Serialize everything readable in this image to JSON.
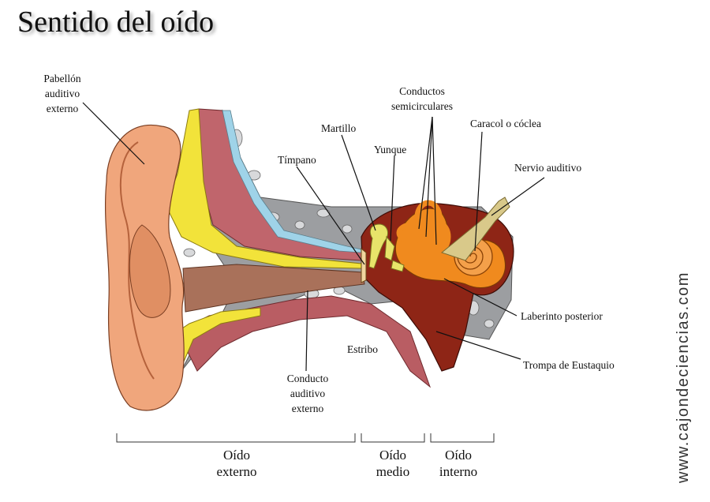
{
  "title": "Sentido del oído",
  "labels": {
    "pabellon": "Pabellón\nauditivo\nexterno",
    "martillo": "Martillo",
    "conductos": "Conductos\nsemicirculares",
    "caracol": "Caracol o cóclea",
    "timpano": "Tímpano",
    "yunque": "Yunque",
    "nervio": "Nervio auditivo",
    "laberinto": "Laberinto posterior",
    "estribo": "Estribo",
    "trompa": "Trompa de Eustaquio",
    "conducto": "Conducto\nauditivo\nexterno"
  },
  "sections": {
    "externo": "Oído\nexterno",
    "medio": "Oído\nmedio",
    "interno": "Oído\ninterno"
  },
  "watermark": "www.cajondeciencias.com",
  "colors": {
    "skin": "#f0a67c",
    "fat": "#f2e33a",
    "bone": "#9c9ea1",
    "muscle": "#c0656c",
    "canal": "#a9715a",
    "middle_ear": "#8e2516",
    "inner_ear": "#f08a1e",
    "ossicles": "#e8e46a",
    "membrane": "#9fd3e8"
  }
}
